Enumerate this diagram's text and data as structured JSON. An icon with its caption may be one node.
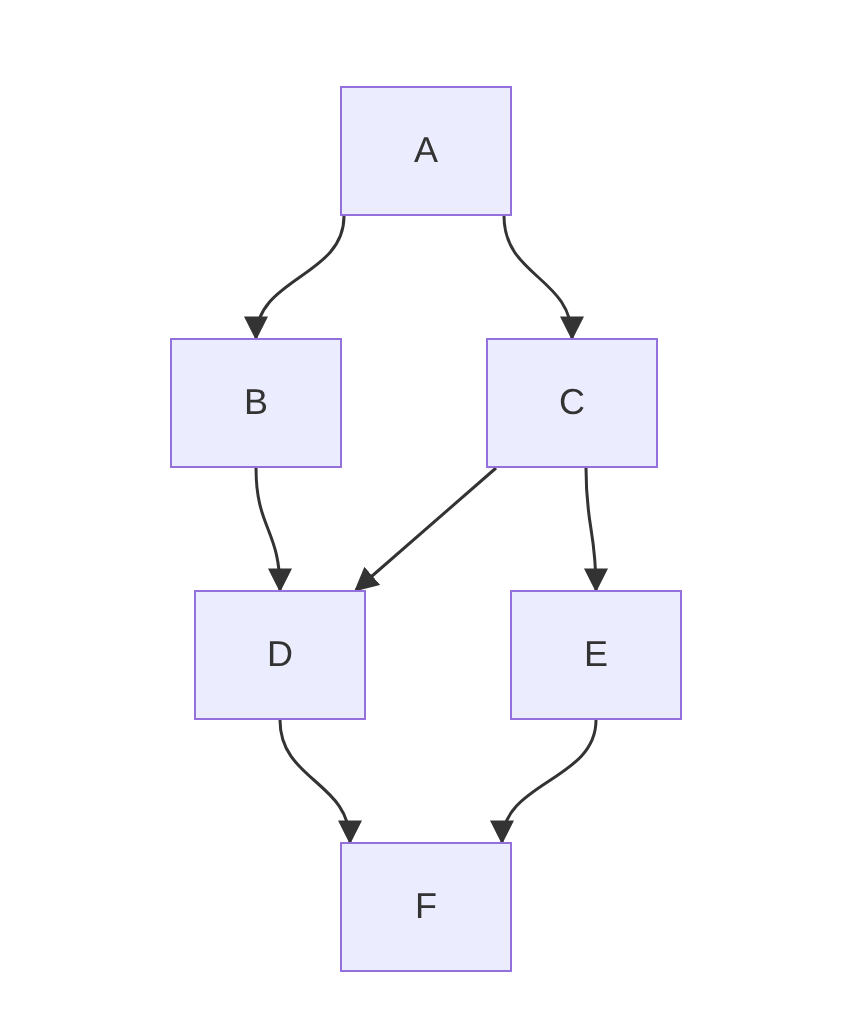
{
  "diagram": {
    "nodes": [
      {
        "text": [
          "A"
        ]
      },
      {
        "text": [
          "B"
        ]
      },
      {
        "text": [
          "C"
        ]
      },
      {
        "text": [
          "D"
        ]
      },
      {
        "text": [
          "E"
        ]
      },
      {
        "text": [
          "F"
        ]
      }
    ],
    "edges": [
      {
        "from": 0,
        "to": 1,
        "arrow": "to"
      },
      {
        "from": 0,
        "to": 2,
        "arrow": "to"
      },
      {
        "from": 1,
        "to": 3,
        "arrow": "to"
      },
      {
        "from": 2,
        "to": 3,
        "arrow": "to"
      },
      {
        "from": 2,
        "to": 4,
        "arrow": "to"
      },
      {
        "from": 3,
        "to": 5,
        "arrow": "to"
      },
      {
        "from": 4,
        "to": 5,
        "arrow": "to"
      }
    ]
  }
}
